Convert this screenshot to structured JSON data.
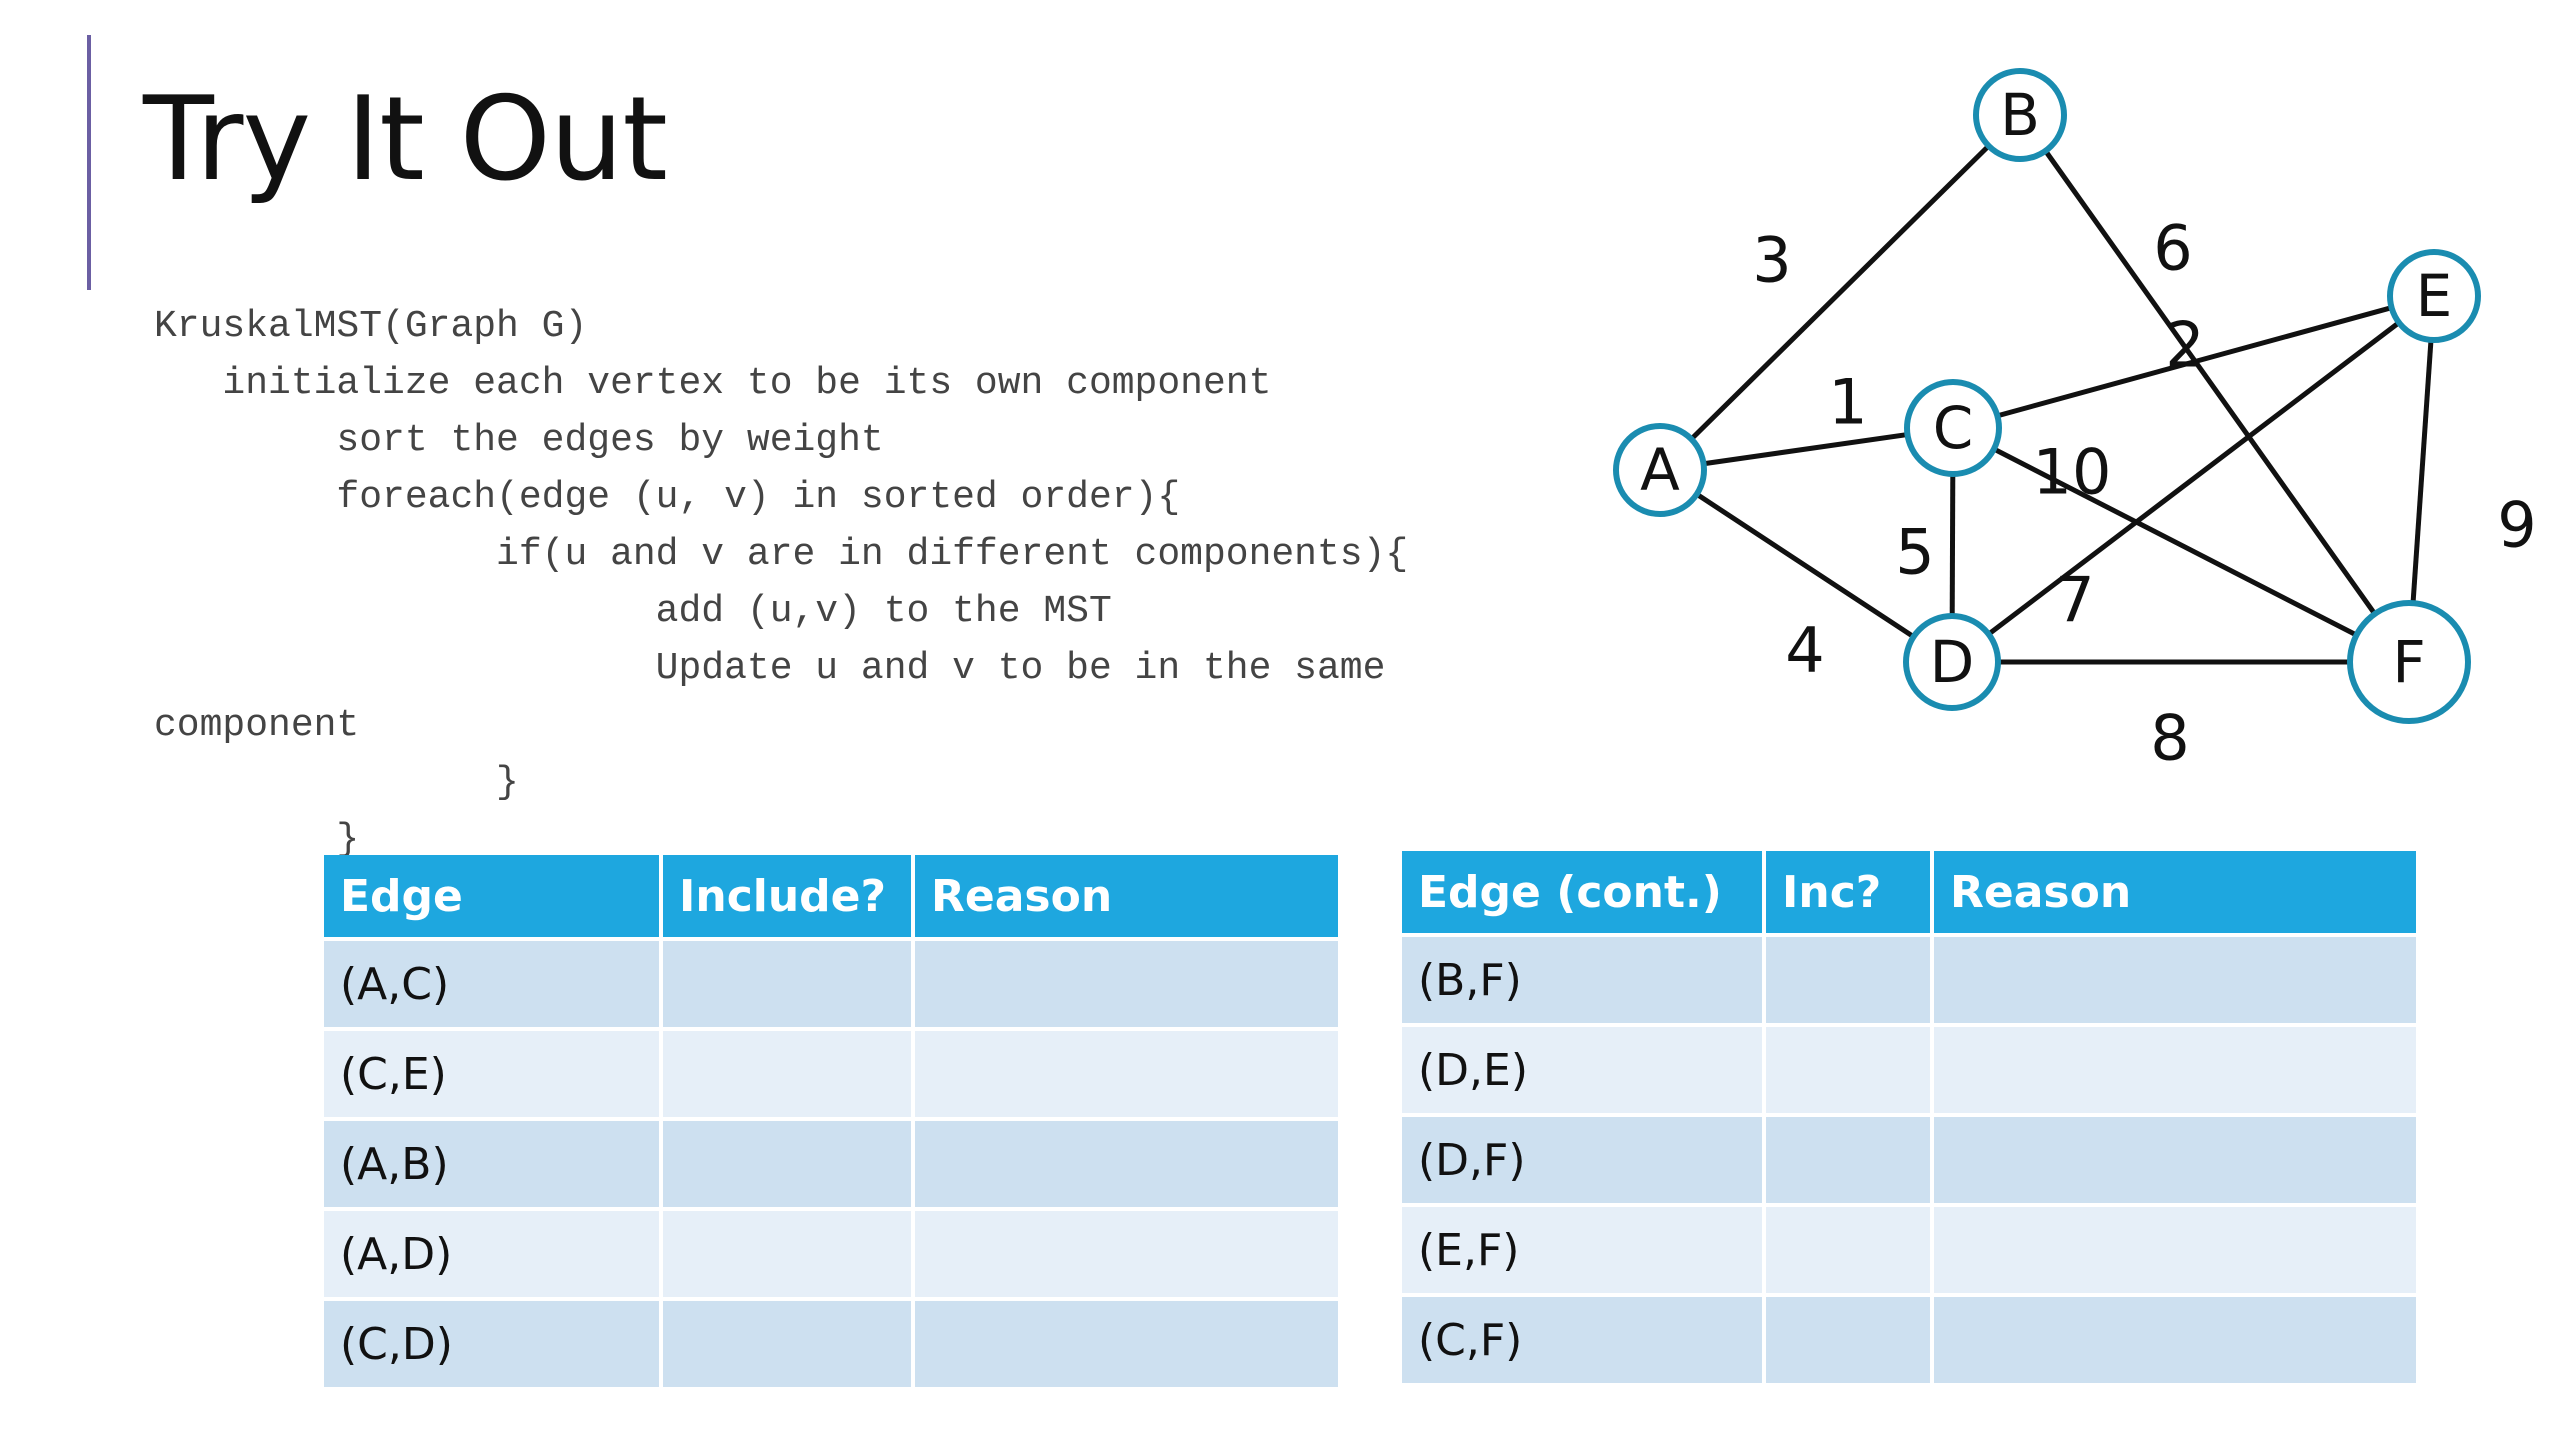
{
  "slide": {
    "title": "Try It Out",
    "pseudocode": [
      "KruskalMST(Graph G)",
      "   initialize each vertex to be its own component",
      "        sort the edges by weight",
      "        foreach(edge (u, v) in sorted order){",
      "               if(u and v are in different components){",
      "                      add (u,v) to the MST",
      "                      Update u and v to be in the same",
      "component",
      "               }",
      "        }"
    ]
  },
  "graph": {
    "vertices": [
      {
        "id": "A",
        "label": "A"
      },
      {
        "id": "B",
        "label": "B"
      },
      {
        "id": "C",
        "label": "C"
      },
      {
        "id": "D",
        "label": "D"
      },
      {
        "id": "E",
        "label": "E"
      },
      {
        "id": "F",
        "label": "F"
      }
    ],
    "edges": [
      {
        "from": "A",
        "to": "B",
        "weight": "3"
      },
      {
        "from": "A",
        "to": "C",
        "weight": "1"
      },
      {
        "from": "A",
        "to": "D",
        "weight": "4"
      },
      {
        "from": "B",
        "to": "F",
        "weight": "6"
      },
      {
        "from": "C",
        "to": "E",
        "weight": "2"
      },
      {
        "from": "C",
        "to": "D",
        "weight": "5"
      },
      {
        "from": "C",
        "to": "F",
        "weight": "10"
      },
      {
        "from": "D",
        "to": "E",
        "weight": "7"
      },
      {
        "from": "D",
        "to": "F",
        "weight": "8"
      },
      {
        "from": "E",
        "to": "F",
        "weight": "9"
      }
    ],
    "colors": {
      "node_stroke": "#1a8cb0",
      "edge": "#111111",
      "text": "#111111"
    }
  },
  "tables": {
    "left": {
      "headers": [
        "Edge",
        "Include?",
        "Reason"
      ],
      "rows": [
        [
          "(A,C)",
          "",
          ""
        ],
        [
          "(C,E)",
          "",
          ""
        ],
        [
          "(A,B)",
          "",
          ""
        ],
        [
          "(A,D)",
          "",
          ""
        ],
        [
          "(C,D)",
          "",
          ""
        ]
      ]
    },
    "right": {
      "headers": [
        "Edge (cont.)",
        "Inc?",
        "Reason"
      ],
      "rows": [
        [
          "(B,F)",
          "",
          ""
        ],
        [
          "(D,E)",
          "",
          ""
        ],
        [
          "(D,F)",
          "",
          ""
        ],
        [
          "(E,F)",
          "",
          ""
        ],
        [
          "(C,F)",
          "",
          ""
        ]
      ]
    },
    "colors": {
      "header": "#1ea7df",
      "row_dark": "#cde0f0",
      "row_light": "#e6eff8"
    }
  }
}
